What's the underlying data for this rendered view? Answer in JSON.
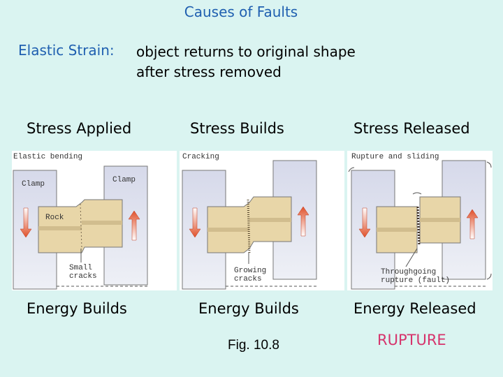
{
  "title": "Causes of Faults",
  "definition": {
    "term": "Elastic Strain:",
    "text_line1": "object returns to original shape",
    "text_line2": "after stress removed"
  },
  "stages": [
    {
      "stress_label": "Stress Applied",
      "energy_label": "Energy Builds",
      "figure": {
        "caption": "Elastic bending",
        "clamp_left_label": "Clamp",
        "clamp_right_label": "Clamp",
        "rock_label": "Rock",
        "crack_label_line1": "Small",
        "crack_label_line2": "cracks"
      }
    },
    {
      "stress_label": "Stress Builds",
      "energy_label": "Energy Builds",
      "figure": {
        "caption": "Cracking",
        "crack_label_line1": "Growing",
        "crack_label_line2": "cracks"
      }
    },
    {
      "stress_label": "Stress Released",
      "energy_label": "Energy Released",
      "figure": {
        "caption": "Rupture and sliding",
        "crack_label_line1": "Throughgoing",
        "crack_label_line2": "rupture (fault)"
      }
    }
  ],
  "figure_reference": "Fig. 10.8",
  "result_label": "RUPTURE",
  "colors": {
    "background": "#daf4f1",
    "heading_blue": "#1f5fb0",
    "rupture_pink": "#d6336c",
    "rock": "#e8d6a8",
    "clamp": "#dfe2ee",
    "arrow": "#e0502a"
  }
}
